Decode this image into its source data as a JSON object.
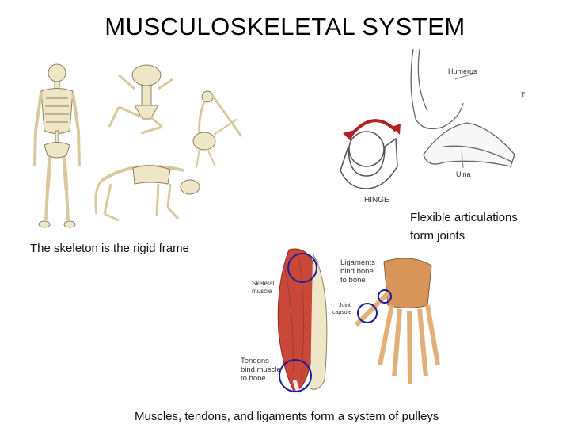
{
  "slide": {
    "title": "MUSCULOSKELETAL SYSTEM",
    "captions": {
      "skeleton": "The  skeleton is the rigid frame",
      "joints_line1": "Flexible articulations",
      "joints_line2": "form joints",
      "pulleys": "Muscles, tendons, and ligaments form a system of pulleys"
    }
  },
  "hinge_diagram": {
    "labels": {
      "hinge": "HINGE",
      "humerus": "Humerus",
      "ulna": "Ulna",
      "t": "T"
    }
  },
  "arm_diagram": {
    "labels": {
      "skeletal_muscle_1": "Skeletal",
      "skeletal_muscle_2": "muscle",
      "ligaments_1": "Ligaments",
      "ligaments_2": "bind bone",
      "ligaments_3": "to bone",
      "joint_capsule_1": "Joint",
      "joint_capsule_2": "capsule",
      "tendons_1": "Tendons",
      "tendons_2": "bind muscle",
      "tendons_3": "to bone"
    }
  },
  "colors": {
    "bone": "#e8d9b0",
    "muscle": "#c9483a",
    "highlight": "#1c1ca0",
    "arrow": "#b22222"
  }
}
